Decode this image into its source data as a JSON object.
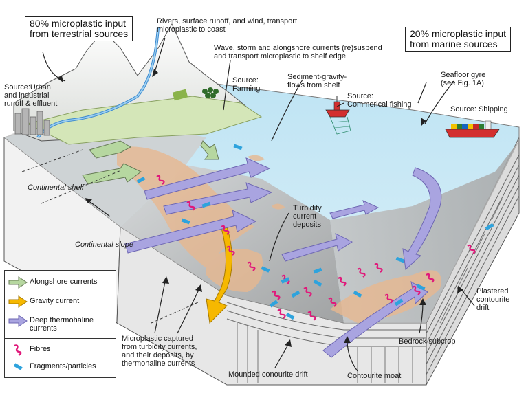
{
  "boxes": {
    "terrestrial": "80% microplastic input\nfrom terrestrial sources",
    "marine": "20% microplastic input\nfrom marine sources"
  },
  "labels": {
    "rivers": "Rivers, surface runoff, and wind, transport\nmicroplastic to coast",
    "waves": "Wave, storm and alongshore currents (re)suspend\nand transport microplastic to shelf edge",
    "urban": "Source:Urban\nand industrial\nrunoff & effluent",
    "farming": "Source:\nFarming",
    "sediment_flows": "Sediment-gravity-\nflows from shelf",
    "fishing": "Source:\nCommerical fishing",
    "gyre": "Seafloor gyre\n(see Fig. 1A)",
    "shipping": "Source: Shipping",
    "shelf": "Continental shelf",
    "slope": "Continental slope",
    "turbidity_deposits": "Turbidity\ncurrent\ndeposits",
    "plastered": "Plastered\ncontourite\ndrift",
    "captured": "Microplastic captured\nfrom turbidity currents,\nand their deposits, by\nthermohaline currents",
    "bedrock": "Bedrock subcrop",
    "mounded": "Mounded conourite drift",
    "moat": "Contourite moat"
  },
  "legend": [
    {
      "label": "Alongshore currents",
      "icon": "green-arrow-icon",
      "color": "#b6d7a0"
    },
    {
      "label": "Gravity current",
      "icon": "yellow-arrow-icon",
      "color": "#f6b800"
    },
    {
      "label": "Deep thermohaline\ncurrents",
      "icon": "purple-arrow-icon",
      "color": "#a9a4e0"
    },
    {
      "label": "Fibres",
      "icon": "fibre-icon",
      "color": "#e0187a"
    },
    {
      "label": "Fragments/particles",
      "icon": "fragment-icon",
      "color": "#2ea3dd"
    }
  ]
}
